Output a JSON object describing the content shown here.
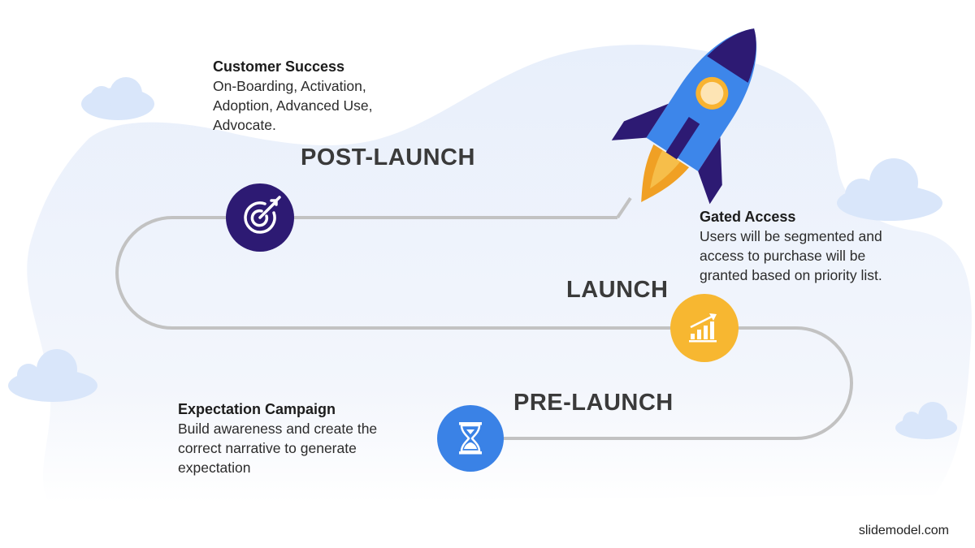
{
  "stages": {
    "post_launch": {
      "label": "POST-LAUNCH",
      "title": "Customer Success",
      "lines": [
        "On-Boarding, Activation,",
        "Adoption, Advanced Use,",
        "Advocate."
      ],
      "icon": "target-icon",
      "color": "#2d1a73"
    },
    "launch": {
      "label": "LAUNCH",
      "title": "Gated Access",
      "lines": [
        "Users will be segmented and",
        "access to purchase will be",
        "granted based on priority list."
      ],
      "icon": "growth-chart-icon",
      "color": "#f7b731"
    },
    "pre_launch": {
      "label": "PRE-LAUNCH",
      "title": "Expectation Campaign",
      "lines": [
        "Build awareness and create the",
        "correct narrative to generate",
        "expectation"
      ],
      "icon": "hourglass-icon",
      "color": "#3a82e6"
    }
  },
  "rocket": {
    "icon": "rocket-icon",
    "body_color": "#3d86ea",
    "fin_color": "#2d1a73",
    "flame_color": "#f0a024"
  },
  "credit": "slidemodel.com"
}
